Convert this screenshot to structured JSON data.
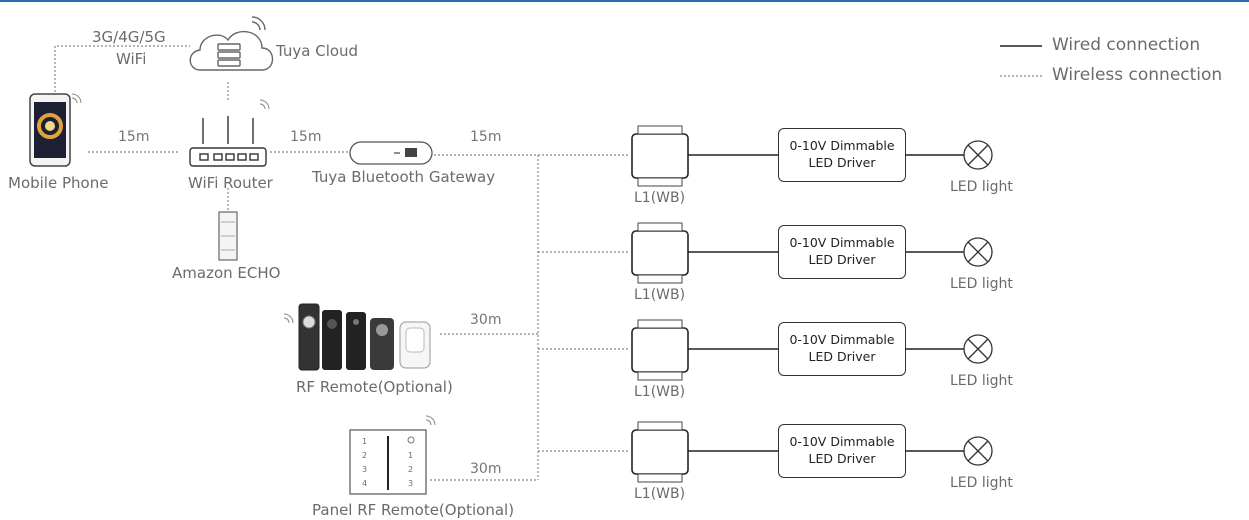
{
  "legend": {
    "wired": "Wired connection",
    "wireless": "Wireless connection"
  },
  "network": {
    "cellular": "3G/4G/5G",
    "wifi": "WiFi",
    "cloud": "Tuya Cloud",
    "phone": "Mobile Phone",
    "router": "WiFi Router",
    "gateway": "Tuya Bluetooth Gateway",
    "echo": "Amazon ECHO",
    "rf_remote": "RF Remote(Optional)",
    "panel_remote": "Panel RF Remote(Optional)"
  },
  "distances": {
    "phone_router": "15m",
    "router_gateway": "15m",
    "gateway_bus": "15m",
    "rf_bus": "30m",
    "panel_bus": "30m"
  },
  "channels": [
    {
      "controller": "L1(WB)",
      "driver_line1": "0-10V Dimmable",
      "driver_line2": "LED Driver",
      "light": "LED light"
    },
    {
      "controller": "L1(WB)",
      "driver_line1": "0-10V Dimmable",
      "driver_line2": "LED Driver",
      "light": "LED light"
    },
    {
      "controller": "L1(WB)",
      "driver_line1": "0-10V Dimmable",
      "driver_line2": "LED Driver",
      "light": "LED light"
    },
    {
      "controller": "L1(WB)",
      "driver_line1": "0-10V Dimmable",
      "driver_line2": "LED Driver",
      "light": "LED light"
    }
  ],
  "panel_keys": {
    "left": [
      "1",
      "2",
      "3",
      "4"
    ],
    "right": [
      "1",
      "2",
      "3"
    ]
  },
  "colors": {
    "header_rule": "#2a6db5",
    "wire": "#222222",
    "wireless": "#888888",
    "label": "#6b6b6b"
  }
}
